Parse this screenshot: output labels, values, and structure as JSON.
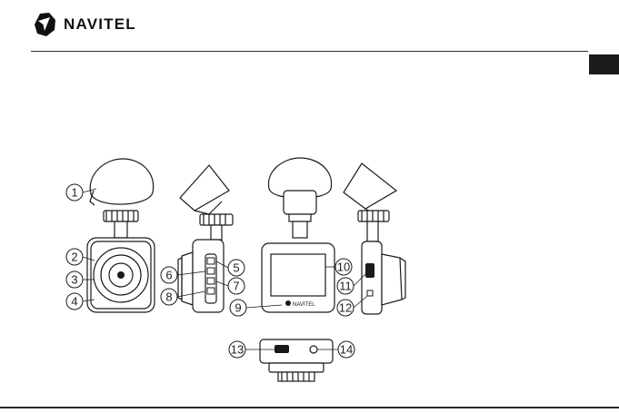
{
  "brand": {
    "name": "NAVITEL",
    "screen_brand": "NAVITEL"
  },
  "callouts": [
    "1",
    "2",
    "3",
    "4",
    "5",
    "6",
    "7",
    "8",
    "9",
    "10",
    "11",
    "12",
    "13",
    "14"
  ]
}
